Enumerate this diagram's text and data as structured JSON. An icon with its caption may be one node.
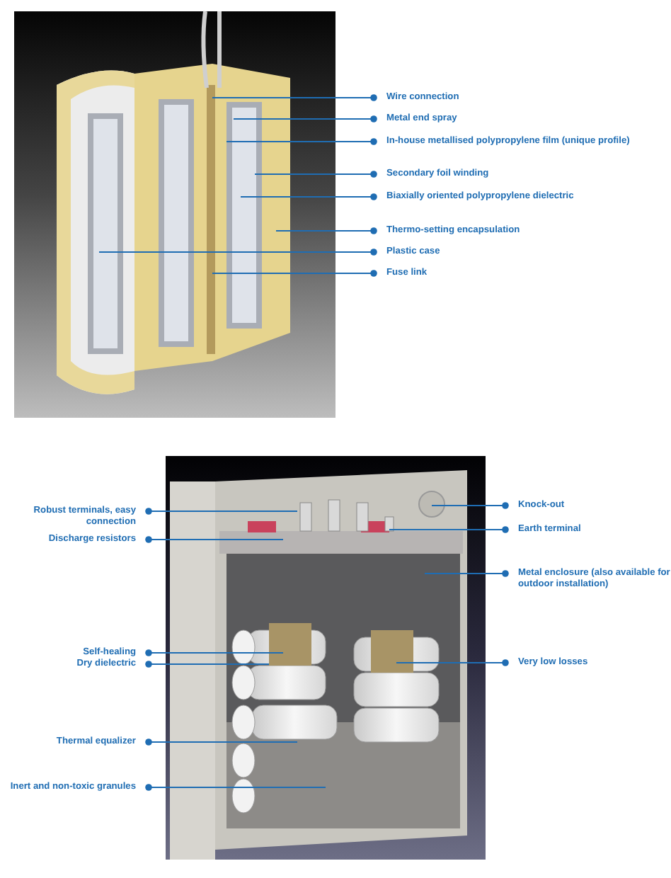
{
  "diagram": {
    "nodes": [
      {
        "text": [
          "Wire connection"
        ]
      },
      {
        "text": [
          "Metal end spray"
        ]
      },
      {
        "text": [
          "In-house metallised polypropylene film (unique profile)"
        ]
      },
      {
        "text": [
          "Secondary foil winding"
        ]
      },
      {
        "text": [
          "Biaxially oriented polypropylene dielectric"
        ]
      },
      {
        "text": [
          "Thermo-setting encapsulation"
        ]
      },
      {
        "text": [
          "Plastic case"
        ]
      },
      {
        "text": [
          "Fuse link"
        ]
      },
      {
        "text": [
          "Robust terminals, easy connection"
        ]
      },
      {
        "text": [
          "Knock-out"
        ]
      },
      {
        "text": [
          "Earth terminal"
        ]
      },
      {
        "text": [
          "Discharge resistors"
        ]
      },
      {
        "text": [
          "Metal enclosure (also available for outdoor installation)"
        ]
      },
      {
        "text": [
          "Self-healing"
        ]
      },
      {
        "text": [
          "Dry dielectric"
        ]
      },
      {
        "text": [
          "Very low losses"
        ]
      },
      {
        "text": [
          "Thermal equalizer"
        ]
      },
      {
        "text": [
          "Inert and non-toxic granules"
        ]
      }
    ],
    "edges": [
      {
        "from": 0,
        "to": null,
        "arrow": "other"
      },
      {
        "from": 1,
        "to": null,
        "arrow": "other"
      },
      {
        "from": 2,
        "to": null,
        "arrow": "other"
      },
      {
        "from": 3,
        "to": null,
        "arrow": "other"
      },
      {
        "from": 4,
        "to": null,
        "arrow": "other"
      },
      {
        "from": 5,
        "to": null,
        "arrow": "other"
      },
      {
        "from": 6,
        "to": null,
        "arrow": "other"
      },
      {
        "from": 7,
        "to": null,
        "arrow": "other"
      },
      {
        "from": 8,
        "to": null,
        "arrow": "other"
      },
      {
        "from": 9,
        "to": null,
        "arrow": "other"
      },
      {
        "from": 10,
        "to": null,
        "arrow": "other"
      },
      {
        "from": 11,
        "to": null,
        "arrow": "other"
      },
      {
        "from": 12,
        "to": null,
        "arrow": "other"
      },
      {
        "from": 13,
        "to": null,
        "arrow": "other"
      },
      {
        "from": 14,
        "to": null,
        "arrow": "other"
      },
      {
        "from": 15,
        "to": null,
        "arrow": "other"
      },
      {
        "from": 16,
        "to": null,
        "arrow": "other"
      },
      {
        "from": 17,
        "to": null,
        "arrow": "other"
      }
    ]
  }
}
